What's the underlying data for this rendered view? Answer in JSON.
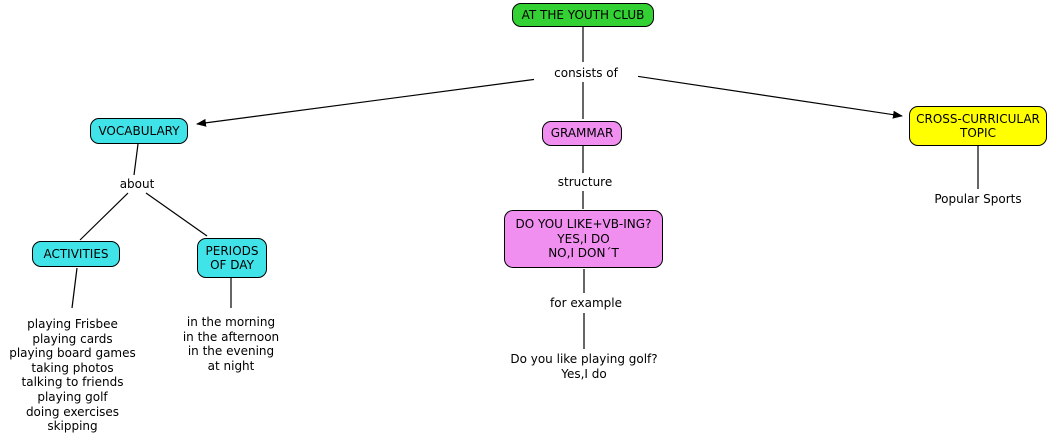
{
  "colors": {
    "green": "#33D133",
    "cyan": "#40E4E8",
    "pink": "#F08FF0",
    "yellow": "#FFFF00",
    "line": "#000000",
    "text": "#000000"
  },
  "map": {
    "root": "AT THE YOUTH CLUB",
    "consists_of": "consists of",
    "vocabulary": {
      "label": "VOCABULARY",
      "about": "about",
      "activities": {
        "label": "ACTIVITIES",
        "items": [
          "playing Frisbee",
          "playing cards",
          "playing board games",
          "taking photos",
          "talking to friends",
          "playing golf",
          "doing exercises",
          "skipping"
        ]
      },
      "periods": {
        "label_line1": "PERIODS",
        "label_line2": "OF DAY",
        "items": [
          "in the morning",
          "in the afternoon",
          "in the evening",
          "at night"
        ]
      }
    },
    "grammar": {
      "label": "GRAMMAR",
      "structure": "structure",
      "pattern": [
        "DO YOU LIKE+VB-ING?",
        "YES,I DO",
        "NO,I DON´T"
      ],
      "for_example": "for example",
      "example": [
        "Do you like playing golf?",
        "Yes,I do"
      ]
    },
    "cross_curricular": {
      "label_line1": "CROSS-CURRICULAR",
      "label_line2": "TOPIC",
      "topic": "Popular Sports"
    }
  }
}
